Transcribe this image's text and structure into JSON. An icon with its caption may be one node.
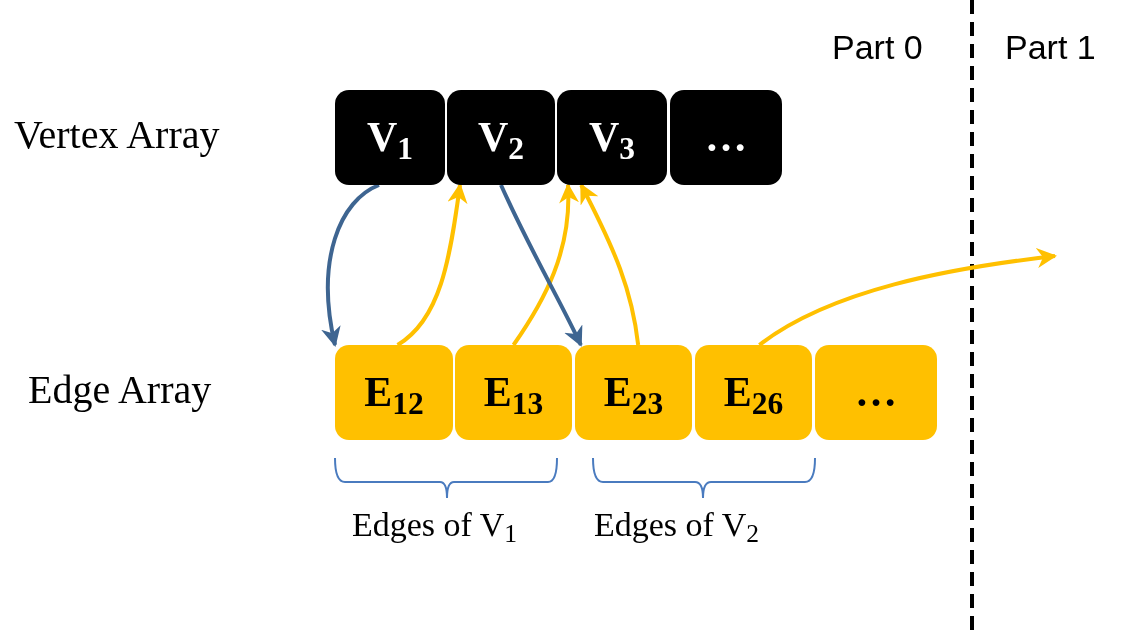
{
  "diagram": {
    "nodes": [
      {
        "text": [
          "V$_{1}$"
        ]
      },
      {
        "text": [
          "V$_{2}$"
        ]
      },
      {
        "text": [
          "V$_{3}$"
        ]
      },
      {
        "text": [
          "…"
        ]
      },
      {
        "text": [
          "E$_{12}$"
        ]
      },
      {
        "text": [
          "E$_{13}$"
        ]
      },
      {
        "text": [
          "E$_{23}$"
        ]
      },
      {
        "text": [
          "E$_{26}$"
        ]
      },
      {
        "text": [
          "…"
        ]
      }
    ],
    "edges": [
      {
        "from": 0,
        "to": 4,
        "arrow": "to",
        "color": "#3e6591"
      },
      {
        "from": 4,
        "to": 1,
        "arrow": "to"
      },
      {
        "from": 5,
        "to": 2,
        "arrow": "to"
      },
      {
        "from": 1,
        "to": 6,
        "arrow": "to",
        "color": "#3e6591"
      },
      {
        "from": 6,
        "to": 2,
        "arrow": "to"
      },
      {
        "from": 7,
        "to": null,
        "arrow": "to"
      }
    ],
    "labels": [
      "Part 0",
      "Part 1",
      "Vertex Array",
      "Edge Array",
      "Edges of V$_{1}$",
      "Edges of V$_{2}$"
    ]
  }
}
